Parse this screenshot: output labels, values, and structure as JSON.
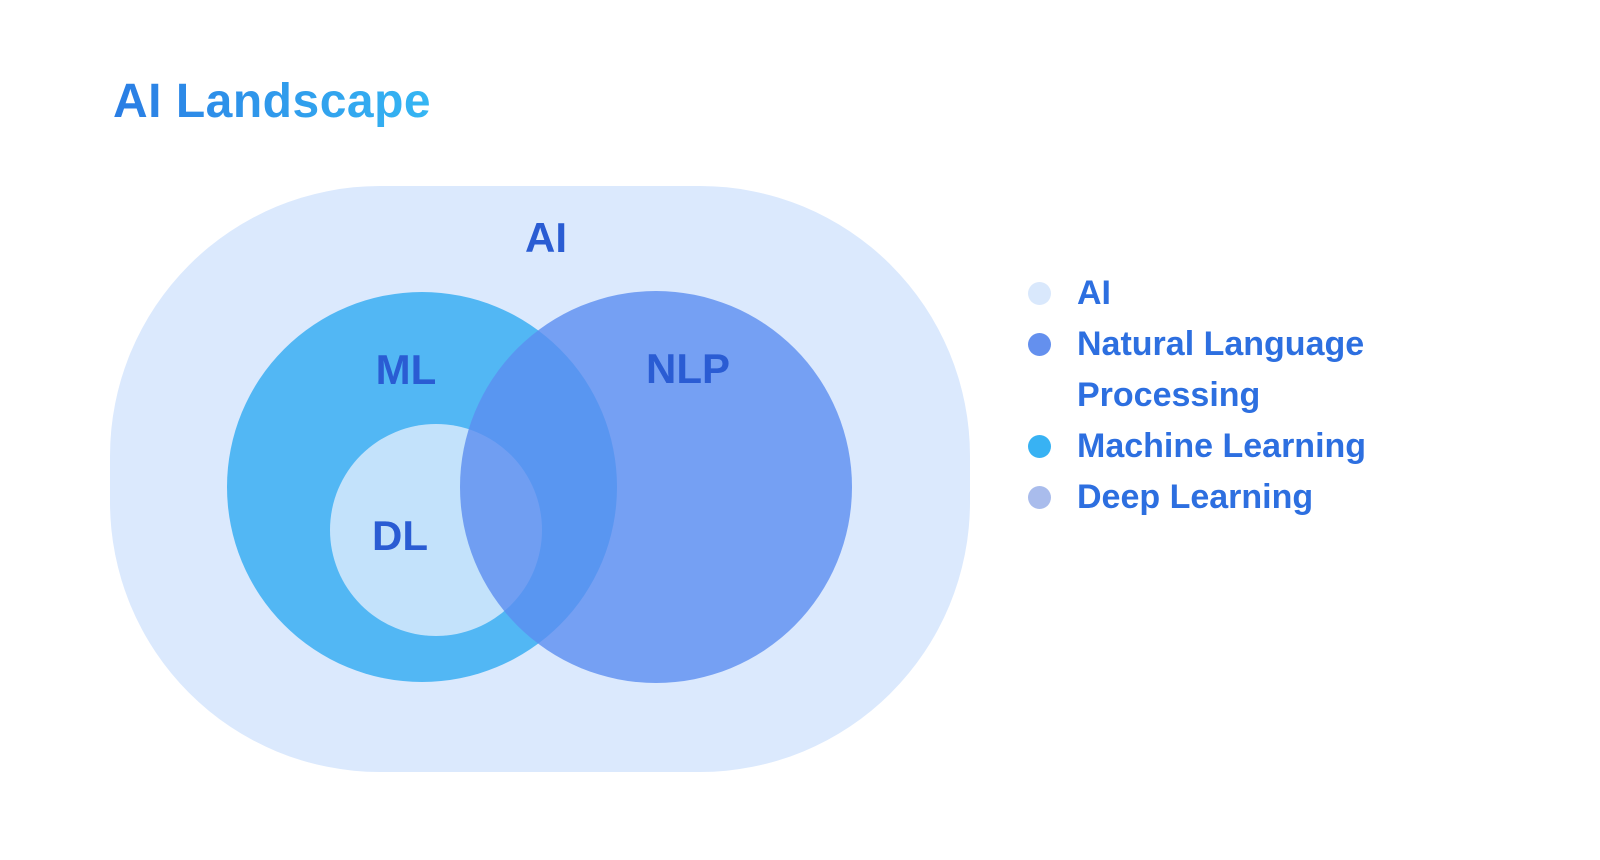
{
  "title": {
    "text": "AI Landscape"
  },
  "venn": {
    "label_color": "#2a5cd3",
    "outer": {
      "label": "AI",
      "color": "#dbe9fd"
    },
    "ml": {
      "label": "ML",
      "color": "#39aef2"
    },
    "nlp": {
      "label": "NLP",
      "color": "#5b8df0"
    },
    "dl": {
      "label": "DL",
      "color": "#cfe7fc"
    }
  },
  "legend": {
    "items": [
      {
        "label": "AI",
        "color": "#d9e8fc"
      },
      {
        "label": "Natural Language Processing",
        "color": "#6490ee"
      },
      {
        "label": "Machine Learning",
        "color": "#38b2f3"
      },
      {
        "label": "Deep Learning",
        "color": "#a9bcec"
      }
    ]
  }
}
